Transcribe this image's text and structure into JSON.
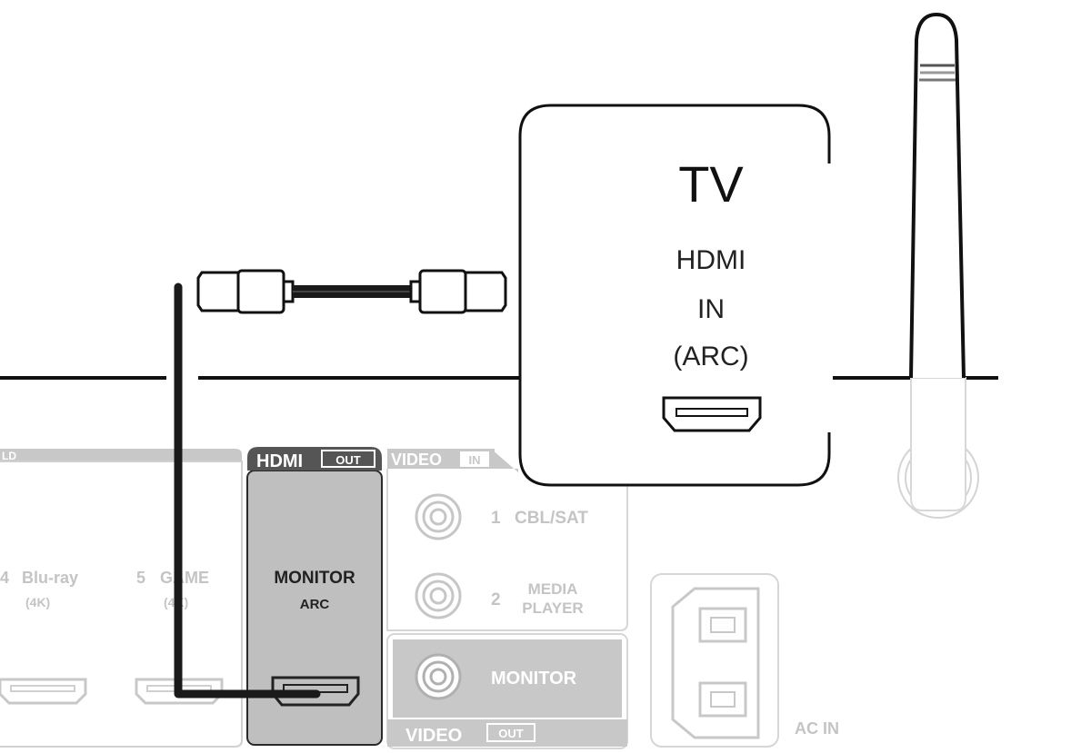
{
  "tv": {
    "title": "TV",
    "port_line1": "HDMI",
    "port_line2": "IN",
    "port_line3": "(ARC)"
  },
  "receiver": {
    "edge_label_fragment": "LD",
    "hdmi_out": {
      "label": "HDMI",
      "badge": "OUT",
      "port_line1": "MONITOR",
      "port_line2": "ARC"
    },
    "hdmi_inputs": [
      {
        "number": "4",
        "name": "Blu-ray",
        "note": "(4K)"
      },
      {
        "number": "5",
        "name": "GAME",
        "note": "(4K)"
      }
    ],
    "video_in": {
      "label": "VIDEO",
      "badge": "IN",
      "ports": [
        {
          "number": "1",
          "name_line1": "CBL/SAT",
          "name_line2": ""
        },
        {
          "number": "2",
          "name_line1": "MEDIA",
          "name_line2": "PLAYER"
        }
      ]
    },
    "video_out": {
      "label": "VIDEO",
      "badge": "OUT",
      "port": "MONITOR"
    },
    "ac_in": "AC IN"
  },
  "colors": {
    "line": "#111111",
    "label_gray": "#c8c8c8",
    "hdmi_panel": "#bfbfbf",
    "hdmi_header": "#555555",
    "light_gray": "#d9d9d9",
    "cable": "#1a1a1a"
  }
}
